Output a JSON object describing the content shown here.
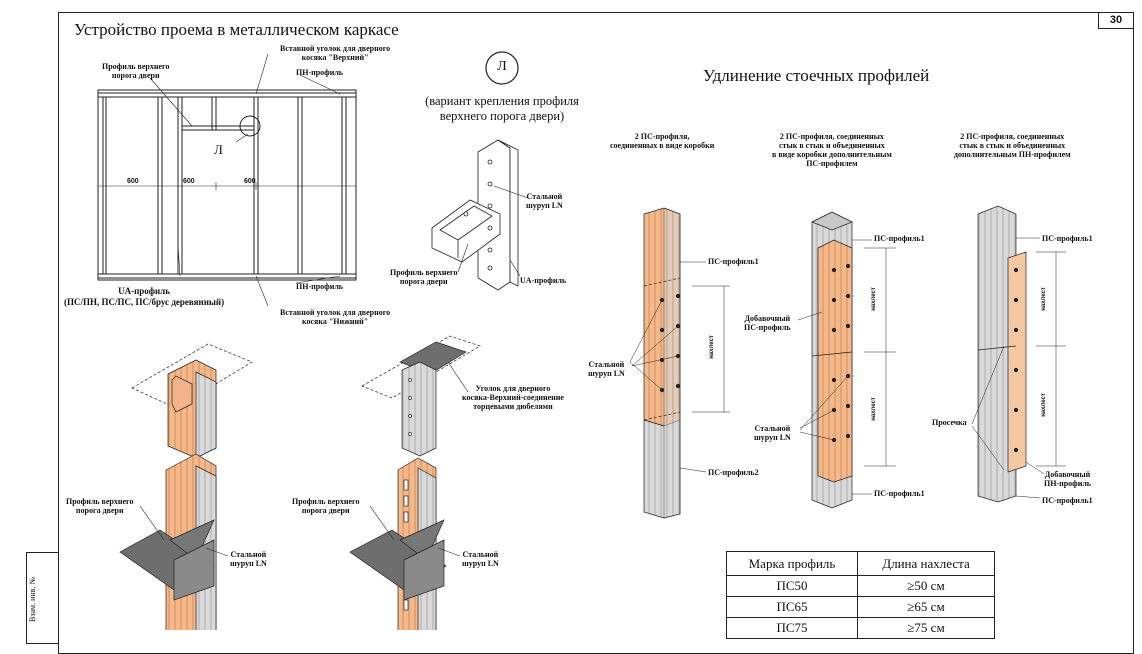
{
  "page": {
    "number": "30",
    "side_label": "Взам. инв. №"
  },
  "left_section": {
    "title": "Устройство проема в металлическом каркасе",
    "labels": {
      "top_threshold": "Профиль верхнего\nпорога двери",
      "insert_corner_top": "Вставной уголок для дверного\nкосяка \"Верхний\"",
      "pn_top": "ПН-профиль",
      "pn_bottom": "ПН-профиль",
      "insert_corner_bottom": "Вставной уголок для дверного\nкосяка \"Нижний\"",
      "ua_profile": "UA-профиль\n(ПС/ПН, ПС/ПС, ПС/брус деревянный)",
      "callout": "Л"
    },
    "dimensions": [
      "600",
      "600",
      "600"
    ]
  },
  "variant_section": {
    "badge": "Л",
    "subtitle": "(вариант крепления профиля\nверхнего порога двери)",
    "labels": {
      "screw": "Стальной\nшуруп LN",
      "threshold": "Профиль верхнего\nпорога двери",
      "ua": "UA-профиль"
    }
  },
  "lower_details": {
    "corner_label": "Уголок для дверного\nкосяка-Верхний-соединение\nторцевыми дюбелями",
    "threshold_left": "Профиль верхнего\nпорога двери",
    "threshold_right": "Профиль верхнего\nпорога двери",
    "screw_left": "Стальной\nшуруп LN",
    "screw_right": "Стальной\nшуруп LN"
  },
  "extension_section": {
    "title": "Удлинение стоечных профилей",
    "variants": [
      {
        "heading": "2 ПС-профиля,\nсоединенных в виде коробки",
        "labels": {
          "ps1": "ПС-профиль1",
          "ps2": "ПС-профиль2",
          "screw": "Стальной\nшуруп LN",
          "overlap": "нахлест"
        }
      },
      {
        "heading": "2 ПС-профиля, соединенных\nстык в стык и объединенных\nв виде коробки дополнительным\nПС-профилем",
        "labels": {
          "ps_top": "ПС-профиль1",
          "extra": "Добавочный\nПС-профиль",
          "screw": "Стальной\nшуруп LN",
          "ps_bottom": "ПС-профиль1",
          "overlap_top": "нахлест",
          "overlap_bottom": "нахлест"
        }
      },
      {
        "heading": "2 ПС-профиля, соединенных\nстык в стык и объединенных\nдополнительным ПН-профилем",
        "labels": {
          "ps_top": "ПС-профиль1",
          "notch": "Просечка",
          "extra": "Добавочный\nПН-профиль",
          "ps_bottom": "ПС-профиль1",
          "overlap_top": "нахлест",
          "overlap_bottom": "нахлест"
        }
      }
    ]
  },
  "overlap_table": {
    "headers": [
      "Марка профиль",
      "Длина нахлеста"
    ],
    "rows": [
      [
        "ПС50",
        "≥50 см"
      ],
      [
        "ПС65",
        "≥65 см"
      ],
      [
        "ПС75",
        "≥75 см"
      ]
    ]
  },
  "colors": {
    "profile_orange": "#f4b98a",
    "profile_gray": "#d9d9d9",
    "corner_dark": "#6e6e6e",
    "line": "#222222"
  }
}
